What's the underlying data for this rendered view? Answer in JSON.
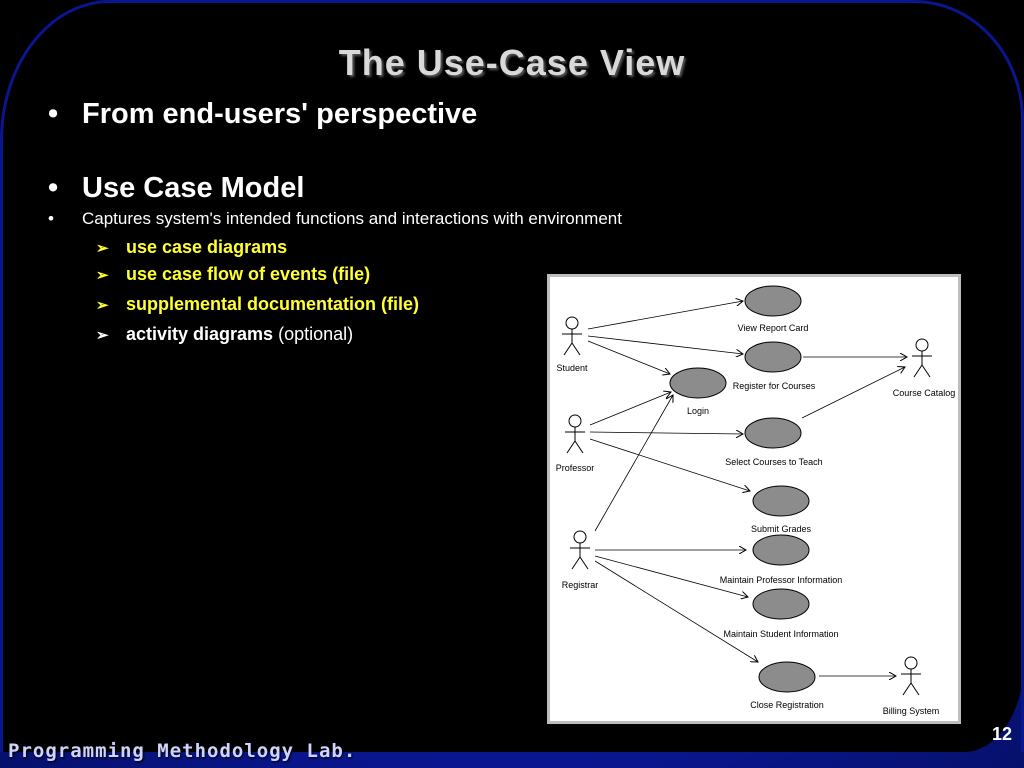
{
  "slide": {
    "title": "The Use-Case View",
    "bullets": {
      "b1": "From end-users' perspective",
      "b2": "Use Case Model",
      "b3": "Captures system's intended functions and interactions with environment"
    },
    "bullet_symbol": "•",
    "sub_arrow": "➢",
    "sub_items": [
      {
        "label": "use case diagrams"
      },
      {
        "label": "use case flow of events (file)"
      },
      {
        "label": "supplemental documentation (file)"
      },
      {
        "label": "activity diagrams",
        "suffix": "(optional)"
      }
    ],
    "footer": "Programming Methodology Lab.",
    "page_number": "12",
    "colors": {
      "title": "#d9d9d9",
      "highlight": "#ffff33",
      "background": "#000000",
      "border": "#0a168f"
    }
  },
  "diagram": {
    "actors": {
      "student": "Student",
      "professor": "Professor",
      "registrar": "Registrar",
      "course_catalog": "Course Catalog",
      "billing_system": "Billing System"
    },
    "use_cases": {
      "view_report_card": "View Report Card",
      "register_for_courses": "Register for Courses",
      "login": "Login",
      "select_courses": "Select Courses to Teach",
      "submit_grades": "Submit Grades",
      "maintain_professor": "Maintain Professor Information",
      "maintain_student": "Maintain Student Information",
      "close_registration": "Close Registration"
    }
  }
}
